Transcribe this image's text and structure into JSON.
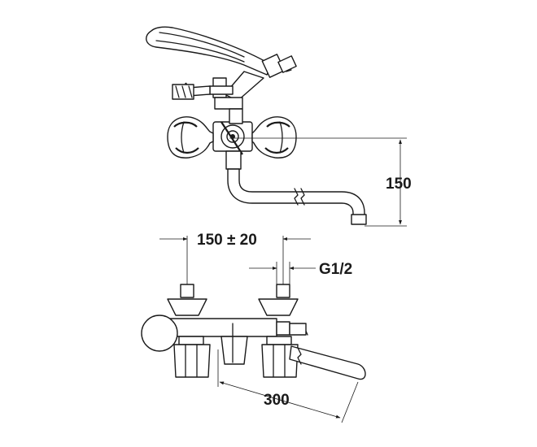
{
  "dimensions": {
    "height_side": "150",
    "center_distance": "150 ± 20",
    "thread": "G1/2",
    "spout_length": "300"
  },
  "colors": {
    "line": "#1a1a1a",
    "background": "#ffffff"
  }
}
